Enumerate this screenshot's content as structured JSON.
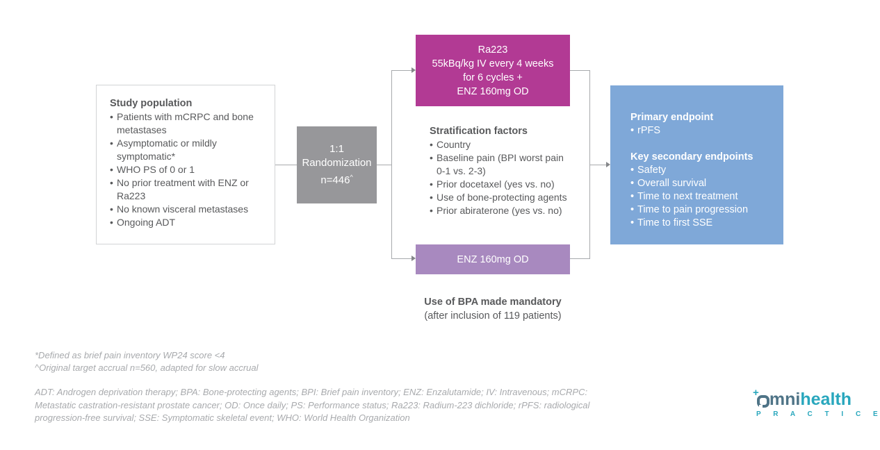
{
  "colors": {
    "arm_ra223_bg": "#b23a94",
    "arm_enz_bg": "#a889bf",
    "endpoints_bg": "#7fa8d8",
    "randomization_bg": "#97979a",
    "logo_teal": "#29a7bd",
    "logo_slate": "#4f7487",
    "text_dark": "#58595b",
    "footnote_gray": "#a8aaad",
    "connector_gray": "#a7a9ac"
  },
  "study_population": {
    "title": "Study population",
    "items": [
      "Patients with mCRPC and bone metastases",
      "Asymptomatic or mildly symptomatic*",
      "WHO PS of 0 or 1",
      "No prior treatment with ENZ or Ra223",
      "No known visceral metastases",
      "Ongoing ADT"
    ]
  },
  "randomization": {
    "ratio": "1:1",
    "label": "Randomization",
    "n": "n=446",
    "superscript": "^"
  },
  "arm_ra223": {
    "lines": [
      "Ra223",
      "55kBq/kg IV every 4 weeks",
      "for 6 cycles +",
      "ENZ 160mg OD"
    ]
  },
  "stratification": {
    "title": "Stratification factors",
    "items": [
      "Country",
      "Baseline pain (BPI worst pain 0-1 vs. 2-3)",
      "Prior docetaxel (yes vs. no)",
      "Use of bone-protecting agents",
      "Prior abiraterone (yes vs. no)"
    ]
  },
  "arm_enz": {
    "label": "ENZ 160mg OD"
  },
  "bpa_note": {
    "heading": "Use of BPA made mandatory",
    "detail": "(after inclusion of 119 patients)"
  },
  "endpoints": {
    "primary_title": "Primary endpoint",
    "primary_items": [
      "rPFS"
    ],
    "secondary_title": "Key secondary endpoints",
    "secondary_items": [
      "Safety",
      "Overall survival",
      "Time to next treatment",
      "Time to pain progression",
      "Time to first SSE"
    ]
  },
  "footnotes": {
    "line1": "*Defined as brief pain inventory WP24 score <4",
    "line2": "^Original target accrual n=560, adapted for slow accrual",
    "abbreviations": "ADT: Androgen deprivation therapy; BPA: Bone-protecting agents; BPI: Brief pain inventory; ENZ: Enzalutamide; IV: Intravenous; mCRPC: Metastatic castration-resistant prostate cancer; OD: Once daily; PS: Performance status; Ra223: Radium-223 dichloride; rPFS: radiological progression-free survival; SSE: Symptomatic skeletal event; WHO: World Health Organization"
  },
  "logo": {
    "mni": "mni",
    "health": "health",
    "practice": "P R A C T I C E",
    "plus": "+"
  }
}
